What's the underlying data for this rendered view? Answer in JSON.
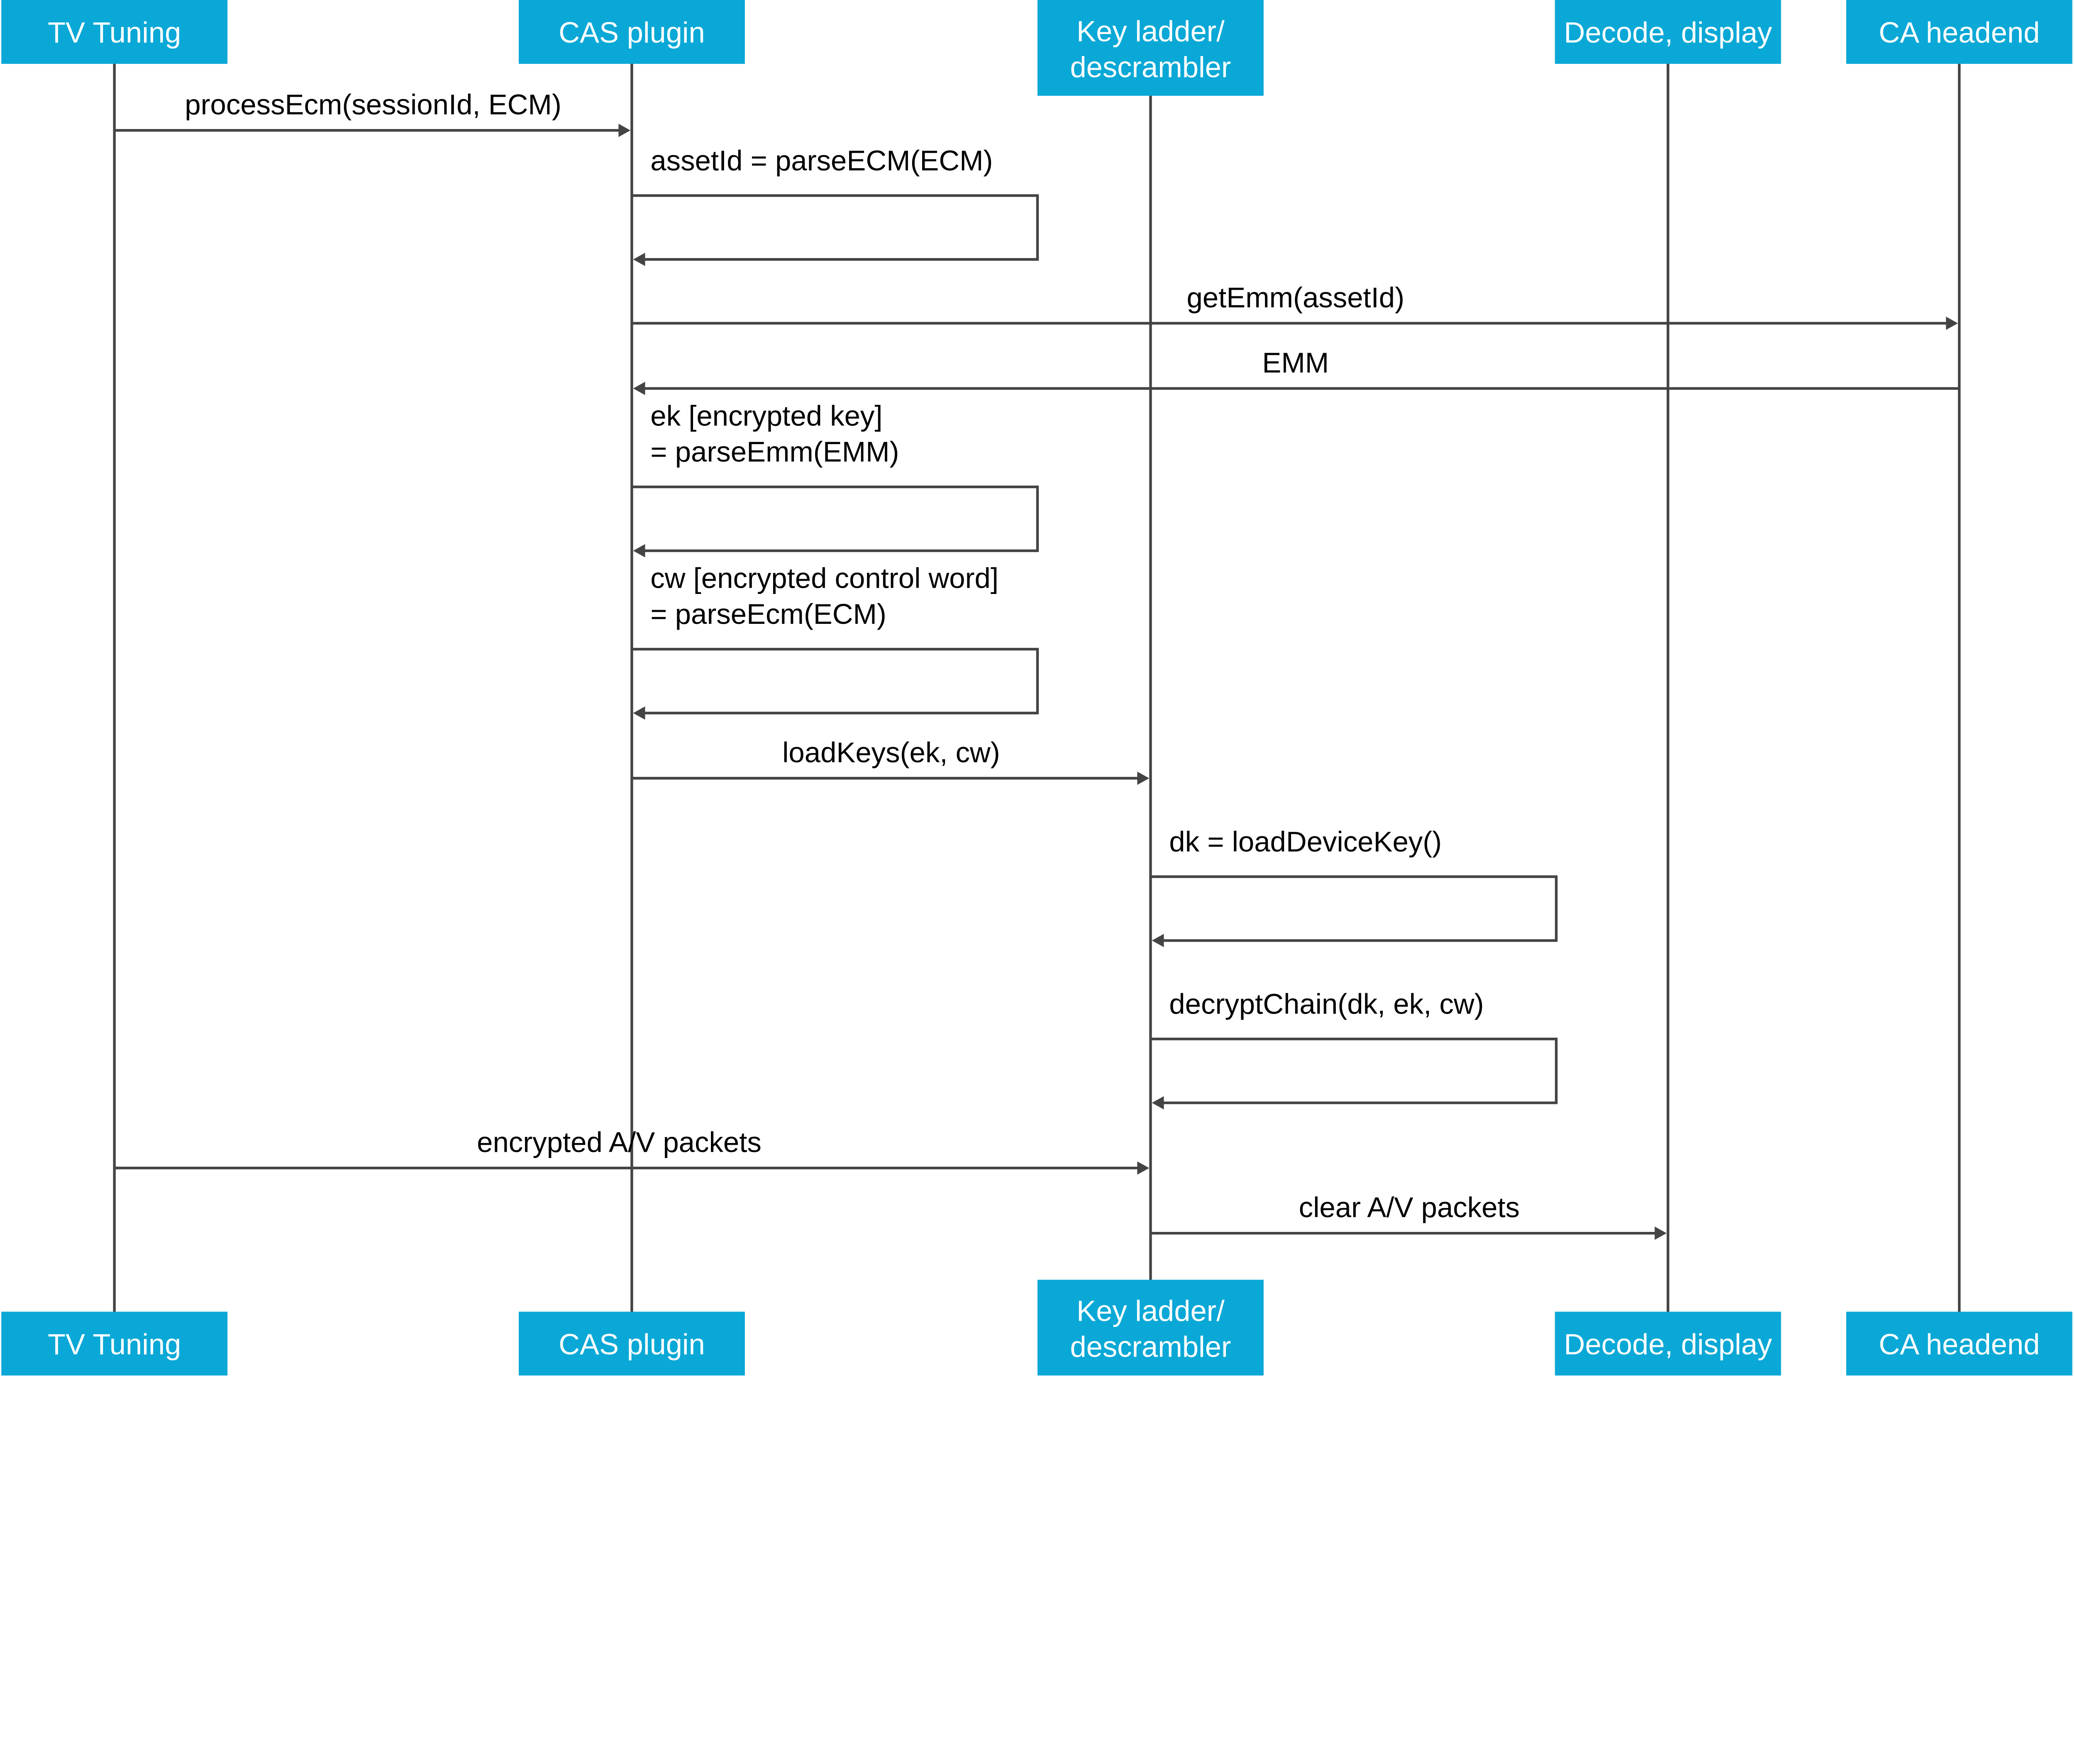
{
  "colors": {
    "participant_fill": "#0aa8d6",
    "participant_text": "#ffffff",
    "line": "#444444",
    "text": "#000000"
  },
  "participants": [
    {
      "id": "tv",
      "label": [
        "TV Tuning"
      ]
    },
    {
      "id": "cas",
      "label": [
        "CAS plugin"
      ]
    },
    {
      "id": "key",
      "label": [
        "Key ladder/",
        "descrambler"
      ]
    },
    {
      "id": "dec",
      "label": [
        "Decode, display"
      ]
    },
    {
      "id": "ca",
      "label": [
        "CA headend"
      ]
    }
  ],
  "messages": [
    {
      "from": "tv",
      "to": "cas",
      "label": [
        "processEcm(sessionId, ECM)"
      ]
    },
    {
      "from": "cas",
      "to": "cas",
      "label": [
        "assetId = parseECM(ECM)"
      ]
    },
    {
      "from": "cas",
      "to": "ca",
      "label": [
        "getEmm(assetId)"
      ]
    },
    {
      "from": "ca",
      "to": "cas",
      "label": [
        "EMM"
      ]
    },
    {
      "from": "cas",
      "to": "cas",
      "label": [
        "ek [encrypted key]",
        "= parseEmm(EMM)"
      ]
    },
    {
      "from": "cas",
      "to": "cas",
      "label": [
        "cw [encrypted control word]",
        "= parseEcm(ECM)"
      ]
    },
    {
      "from": "cas",
      "to": "key",
      "label": [
        "loadKeys(ek, cw)"
      ]
    },
    {
      "from": "key",
      "to": "key",
      "label": [
        "dk = loadDeviceKey()"
      ]
    },
    {
      "from": "key",
      "to": "key",
      "label": [
        "decryptChain(dk, ek, cw)"
      ]
    },
    {
      "from": "tv",
      "to": "key",
      "label": [
        "encrypted A/V packets"
      ]
    },
    {
      "from": "key",
      "to": "dec",
      "label": [
        "clear A/V packets"
      ]
    }
  ]
}
